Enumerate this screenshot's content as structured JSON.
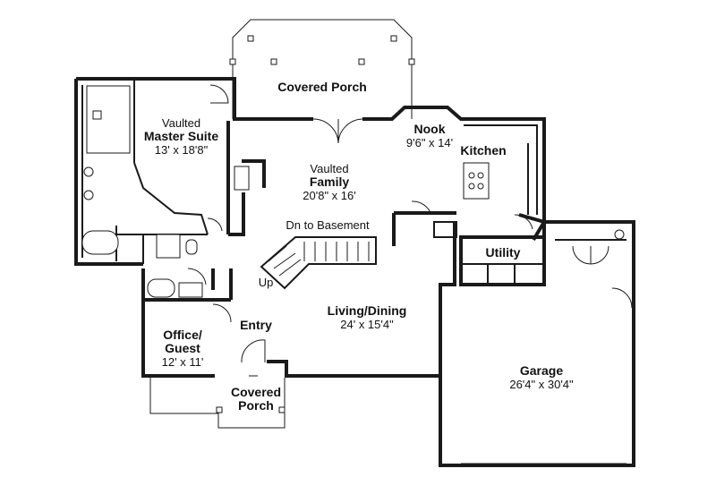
{
  "rooms": {
    "covered_porch_top": {
      "name": "Covered Porch"
    },
    "master_suite": {
      "prefix": "Vaulted",
      "name": "Master Suite",
      "size": "13' x 18'8\""
    },
    "family": {
      "prefix": "Vaulted",
      "name": "Family",
      "size": "20'8\" x 16'"
    },
    "nook": {
      "name": "Nook",
      "size": "9'6\" x 14'"
    },
    "kitchen": {
      "name": "Kitchen"
    },
    "utility": {
      "name": "Utility"
    },
    "living_dining": {
      "name": "Living/Dining",
      "size": "24' x 15'4\""
    },
    "office_guest": {
      "name_line1": "Office/",
      "name_line2": "Guest",
      "size": "12' x 11'"
    },
    "entry": {
      "name": "Entry"
    },
    "covered_porch_front": {
      "name_line1": "Covered",
      "name_line2": "Porch"
    },
    "garage": {
      "name": "Garage",
      "size": "26'4\" x 30'4\""
    }
  },
  "annotations": {
    "dn_to_basement": "Dn to Basement",
    "up": "Up"
  }
}
